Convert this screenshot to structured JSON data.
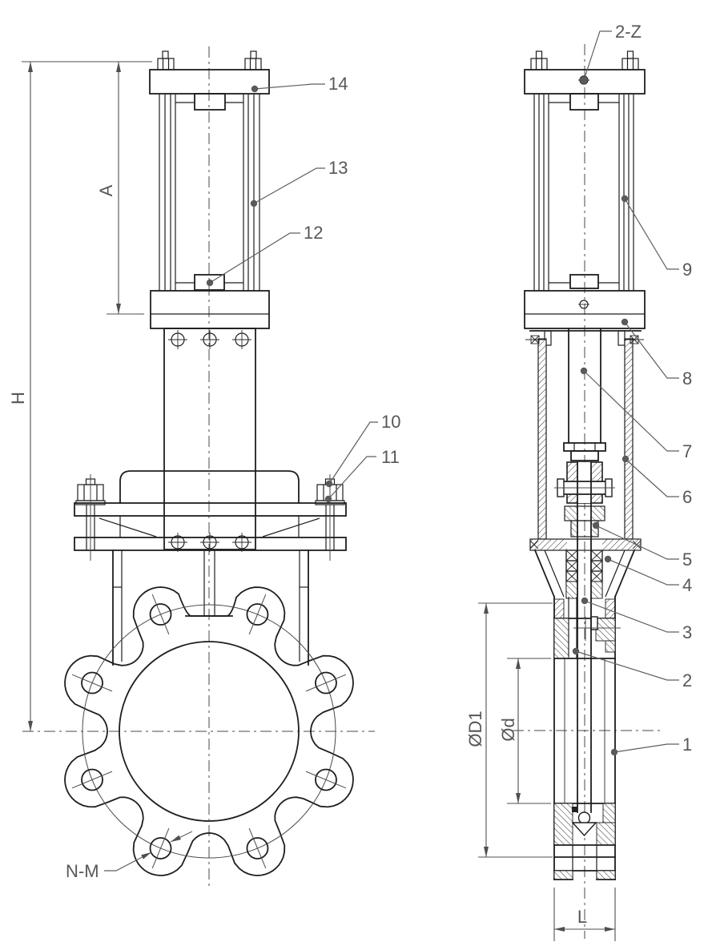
{
  "callouts": {
    "c1": "1",
    "c2": "2",
    "c3": "3",
    "c4": "4",
    "c5": "5",
    "c6": "6",
    "c7": "7",
    "c8": "8",
    "c9": "9",
    "c10": "10",
    "c11": "11",
    "c12": "12",
    "c13": "13",
    "c14": "14",
    "port_marking": "2-Z",
    "bolt_hole_spec": "N-M"
  },
  "dimensions": {
    "overall_height": "H",
    "actuator_height": "A",
    "bolt_circle_diameter": "ØD1",
    "bore_diameter": "Ød",
    "face_to_face": "L"
  }
}
